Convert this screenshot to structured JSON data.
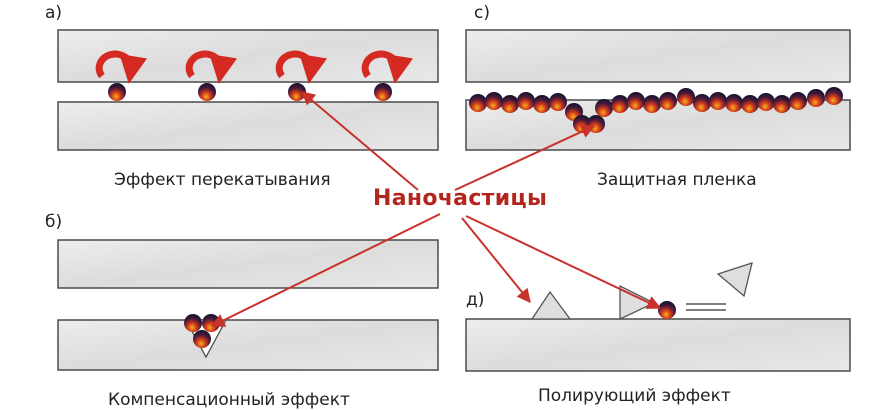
{
  "panels": {
    "a": {
      "letter": "а)",
      "caption": "Эффект перекатывания"
    },
    "c": {
      "letter": "с)",
      "caption": "Защитная пленка"
    },
    "b": {
      "letter": "б)",
      "caption": "Компенсационный эффект"
    },
    "d": {
      "letter": "д)",
      "caption": "Полирующий эффект"
    }
  },
  "center_label": "Наночастицы",
  "colors": {
    "plate_fill": "#e4e4e4",
    "plate_stroke": "#4a4a4a",
    "arrow": "#c8322a",
    "label": "#b3261e",
    "particle_core": "#f0a020",
    "particle_mid": "#c83018",
    "particle_dark": "#1e1838",
    "rotation_arrow": "#d42a22"
  }
}
